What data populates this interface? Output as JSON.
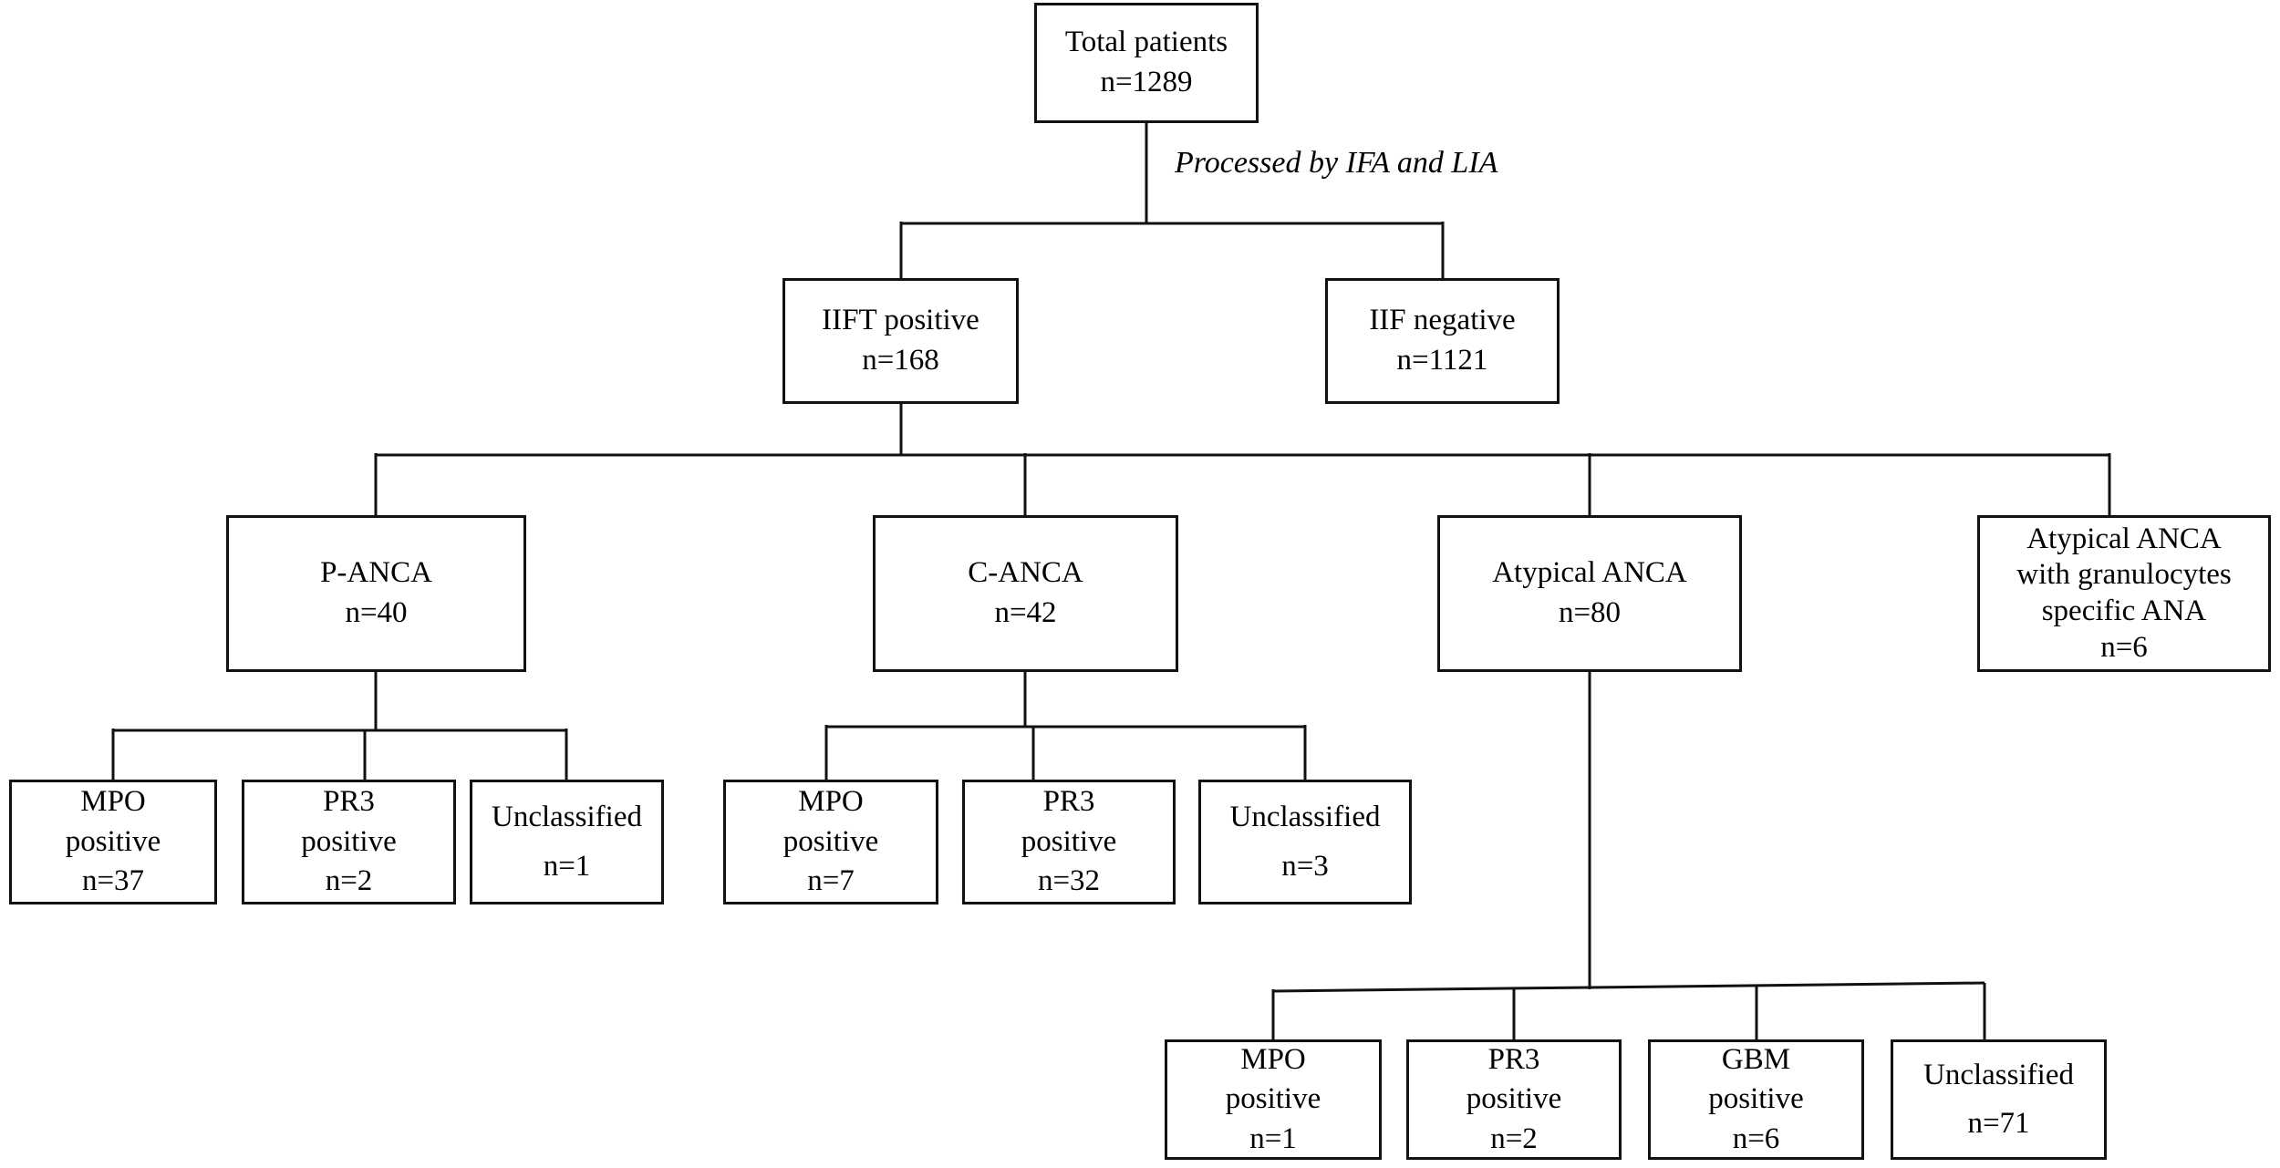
{
  "diagram": {
    "annotation": "Processed by IFA and LIA",
    "nodes": {
      "total": {
        "lines": [
          "Total patients",
          "n=1289"
        ]
      },
      "iift_positive": {
        "lines": [
          "IIFT positive",
          "n=168"
        ]
      },
      "iif_negative": {
        "lines": [
          "IIF negative",
          "n=1121"
        ]
      },
      "p_anca": {
        "lines": [
          "P-ANCA",
          "n=40"
        ]
      },
      "c_anca": {
        "lines": [
          "C-ANCA",
          "n=42"
        ]
      },
      "atypical_anca": {
        "lines": [
          "Atypical ANCA",
          "n=80"
        ]
      },
      "atypical_anca_ana": {
        "lines": [
          "Atypical ANCA",
          "with granulocytes",
          "specific ANA",
          "n=6"
        ]
      },
      "p_mpo": {
        "lines": [
          "MPO",
          "positive",
          "n=37"
        ]
      },
      "p_pr3": {
        "lines": [
          "PR3",
          "positive",
          "n=2"
        ]
      },
      "p_unclassified": {
        "lines": [
          "Unclassified",
          "n=1"
        ]
      },
      "c_mpo": {
        "lines": [
          "MPO",
          "positive",
          "n=7"
        ]
      },
      "c_pr3": {
        "lines": [
          "PR3",
          "positive",
          "n=32"
        ]
      },
      "c_unclassified": {
        "lines": [
          "Unclassified",
          "n=3"
        ]
      },
      "a_mpo": {
        "lines": [
          "MPO",
          "positive",
          "n=1"
        ]
      },
      "a_pr3": {
        "lines": [
          "PR3",
          "positive",
          "n=2"
        ]
      },
      "a_gbm": {
        "lines": [
          "GBM",
          "positive",
          "n=6"
        ]
      },
      "a_unclassified": {
        "lines": [
          "Unclassified",
          "n=71"
        ]
      }
    }
  }
}
